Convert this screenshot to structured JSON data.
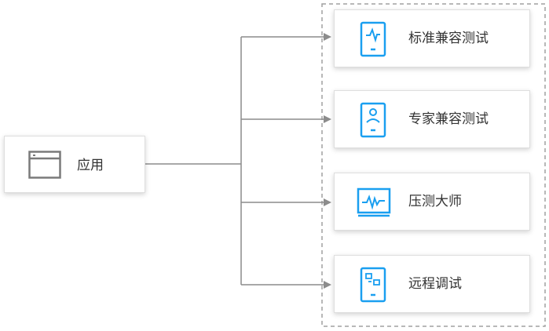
{
  "app": {
    "label": "应用",
    "icon": "window-icon"
  },
  "services": [
    {
      "label": "标准兼容测试",
      "icon": "phone-pulse-icon"
    },
    {
      "label": "专家兼容测试",
      "icon": "phone-person-icon"
    },
    {
      "label": "压测大师",
      "icon": "monitor-pulse-icon"
    },
    {
      "label": "远程调试",
      "icon": "phone-grid-icon"
    }
  ],
  "colors": {
    "accent": "#1a9ff0",
    "connector": "#8c8c8c",
    "border_dash": "#a0a0a0"
  }
}
